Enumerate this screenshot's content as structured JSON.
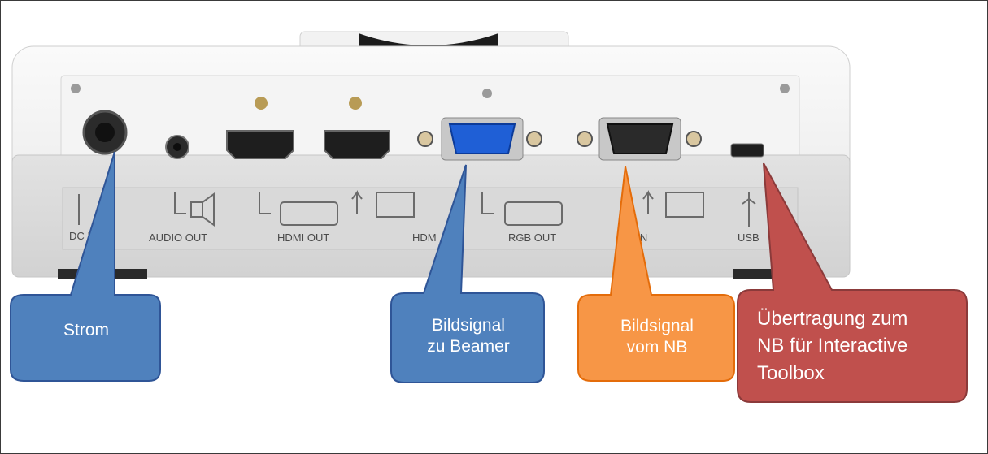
{
  "port_labels": {
    "dc_in": "DC IN",
    "audio_out": "AUDIO OUT",
    "hdmi_out": "HDMI OUT",
    "hdmi_in": "HDM",
    "rgb_out": "RGB OUT",
    "rgb_in": "B IN",
    "usb": "USB"
  },
  "callouts": {
    "strom": {
      "text": "Strom",
      "color": "#4f81bd"
    },
    "beamer": {
      "lines": [
        "Bildsignal",
        "zu Beamer"
      ],
      "color": "#4f81bd"
    },
    "vom_nb": {
      "lines": [
        "Bildsignal",
        "vom NB"
      ],
      "color": "#f79646"
    },
    "usb": {
      "lines": [
        "Übertragung zum",
        "NB für Interactive",
        "Toolbox"
      ],
      "color": "#c0504d"
    }
  }
}
